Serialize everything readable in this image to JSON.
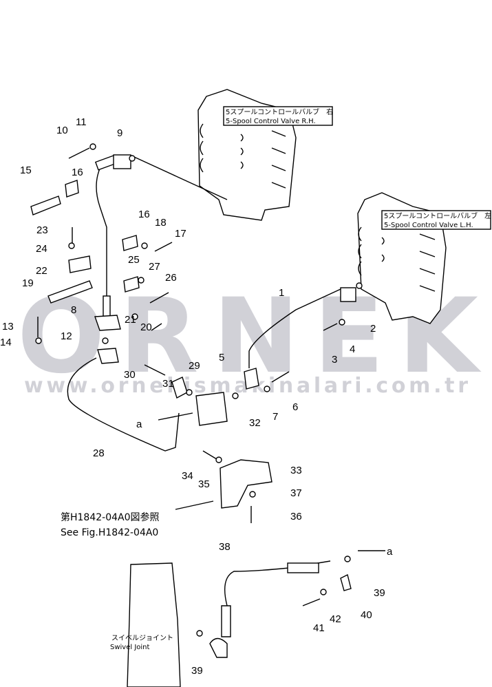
{
  "valves": {
    "rh": {
      "jp": "5スプールコントロールバルブ　右",
      "en": "5-Spool  Control  Valve  R.H."
    },
    "lh": {
      "jp": "5スプールコントロールバルブ　左",
      "en": "5-Spool  Control  Valve  L.H."
    }
  },
  "reference": {
    "jp": "第H1842-04A0図参照",
    "en": "See Fig.H1842-04A0"
  },
  "swivel": {
    "jp": "スイベルジョイント",
    "en": "Swivel  Joint"
  },
  "watermark": {
    "logo": "ORNEK",
    "url": "www.ornekismakinalari.com.tr"
  },
  "callouts": [
    "1",
    "2",
    "3",
    "4",
    "5",
    "6",
    "7",
    "8",
    "9",
    "10",
    "11",
    "12",
    "13",
    "14",
    "15",
    "16",
    "16",
    "17",
    "18",
    "19",
    "20",
    "21",
    "22",
    "23",
    "24",
    "25",
    "26",
    "27",
    "28",
    "29",
    "30",
    "31",
    "32",
    "33",
    "34",
    "35",
    "36",
    "37",
    "38",
    "39",
    "39",
    "40",
    "41",
    "42",
    "a",
    "a"
  ]
}
